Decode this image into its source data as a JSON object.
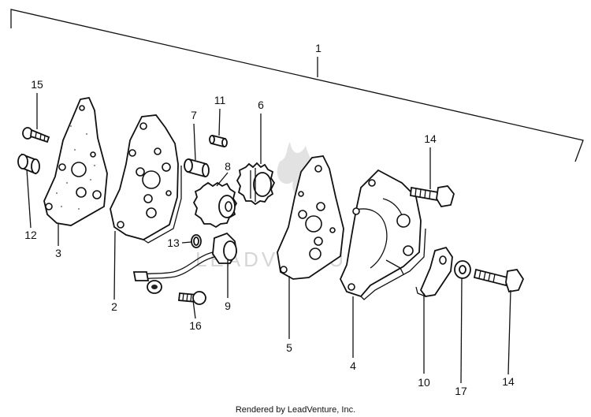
{
  "callouts": {
    "c1": "1",
    "c2": "2",
    "c3": "3",
    "c4": "4",
    "c5": "5",
    "c6": "6",
    "c7": "7",
    "c8": "8",
    "c9": "9",
    "c10": "10",
    "c11": "11",
    "c12": "12",
    "c13": "13",
    "c14a": "14",
    "c14b": "14",
    "c15": "15",
    "c16": "16",
    "c17": "17"
  },
  "watermark": "LEADVENTURE",
  "footer": "Rendered by LeadVenture, Inc.",
  "colors": {
    "ink": "#111111",
    "watermark": "#d6d6d6",
    "background": "#ffffff"
  }
}
